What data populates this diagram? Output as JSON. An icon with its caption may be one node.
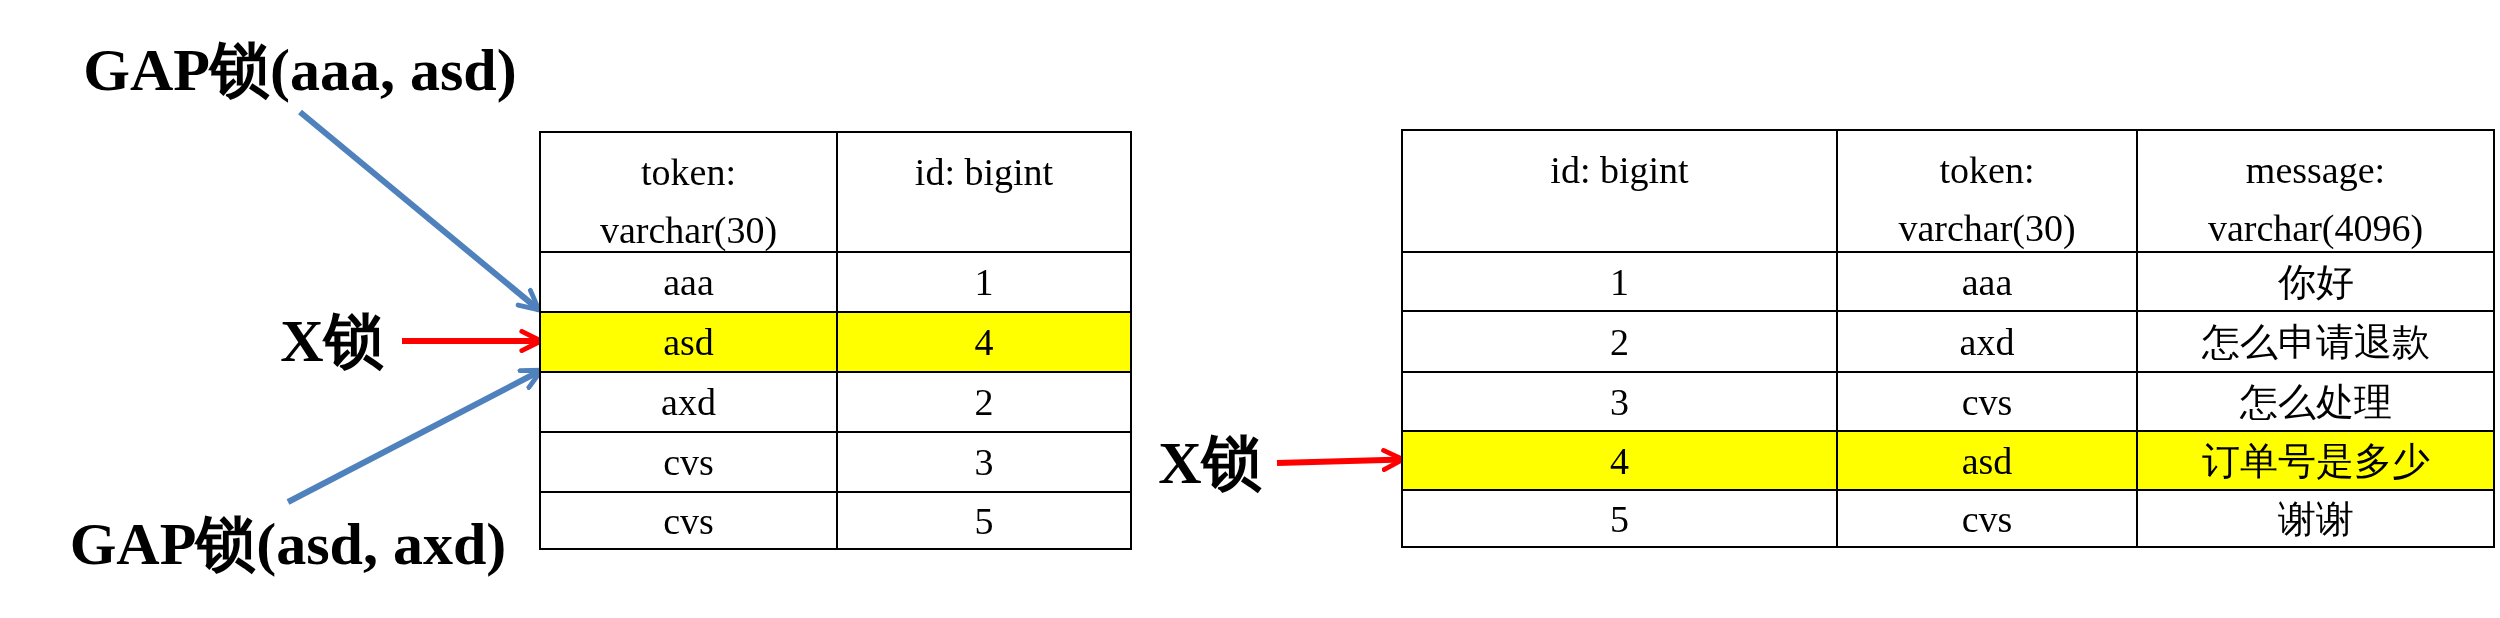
{
  "diagram": {
    "nodes": [
      {
        "text": [
          "GAP锁(aaa, asd)"
        ]
      },
      {
        "text": [
          "X锁"
        ]
      },
      {
        "text": [
          "GAP锁(asd, axd)"
        ]
      },
      {
        "text": [],
        "shape": "box"
      },
      {
        "text": [
          "token: varchar(30)",
          "id: bigint"
        ],
        "in": 3
      },
      {
        "text": [
          "aaa",
          "1"
        ],
        "in": 3
      },
      {
        "text": [
          "asd",
          "4"
        ],
        "in": 3
      },
      {
        "text": [
          "axd",
          "2"
        ],
        "in": 3
      },
      {
        "text": [
          "cvs",
          "3"
        ],
        "in": 3
      },
      {
        "text": [
          "cvs",
          "5"
        ],
        "in": 3
      },
      {
        "text": [
          "X锁"
        ]
      },
      {
        "text": [],
        "shape": "box"
      },
      {
        "text": [
          "id: bigint",
          "token: varchar(30)",
          "message: varchar(4096)"
        ],
        "in": 11
      },
      {
        "text": [
          "1",
          "aaa",
          "你好"
        ],
        "in": 11
      },
      {
        "text": [
          "2",
          "axd",
          "怎么申请退款"
        ],
        "in": 11
      },
      {
        "text": [
          "3",
          "cvs",
          "怎么处理"
        ],
        "in": 11
      },
      {
        "text": [
          "4",
          "asd",
          "订单号是多少"
        ],
        "in": 11
      },
      {
        "text": [
          "5",
          "cvs",
          "谢谢"
        ],
        "in": 11
      }
    ],
    "edges": [
      {
        "from": 0,
        "to": 3,
        "arrow": "to",
        "color": "#4f81bd"
      },
      {
        "from": 1,
        "to": 6,
        "arrow": "to",
        "color": "#ff0000"
      },
      {
        "from": 2,
        "to": 3,
        "arrow": "to",
        "color": "#4f81bd"
      },
      {
        "from": 10,
        "to": 16,
        "arrow": "to",
        "color": "#ff0000"
      }
    ]
  }
}
